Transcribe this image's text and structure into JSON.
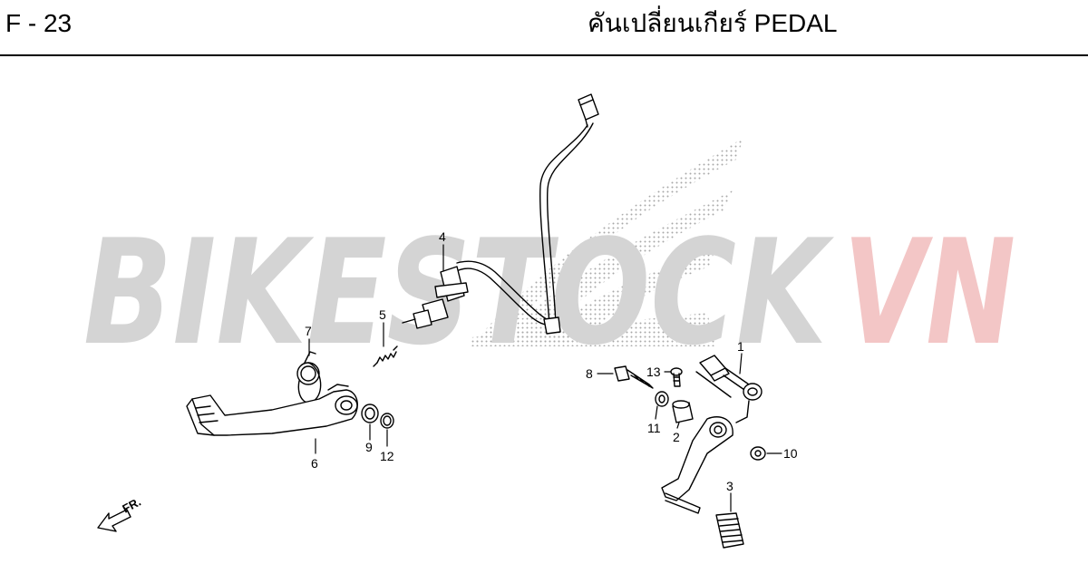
{
  "header": {
    "page_code": "F - 23",
    "title": "คันเปลี่ยนเกียร์  PEDAL"
  },
  "watermark": {
    "part_gray": "BIKESTOCK",
    "part_red": "VN",
    "color_gray": "#d4d4d4",
    "color_red": "#f3c6c6"
  },
  "front_indicator": "FR.",
  "parts": [
    {
      "num": "1"
    },
    {
      "num": "2"
    },
    {
      "num": "3"
    },
    {
      "num": "4"
    },
    {
      "num": "5"
    },
    {
      "num": "6"
    },
    {
      "num": "7"
    },
    {
      "num": "8"
    },
    {
      "num": "9"
    },
    {
      "num": "10"
    },
    {
      "num": "11"
    },
    {
      "num": "12"
    },
    {
      "num": "13"
    }
  ]
}
